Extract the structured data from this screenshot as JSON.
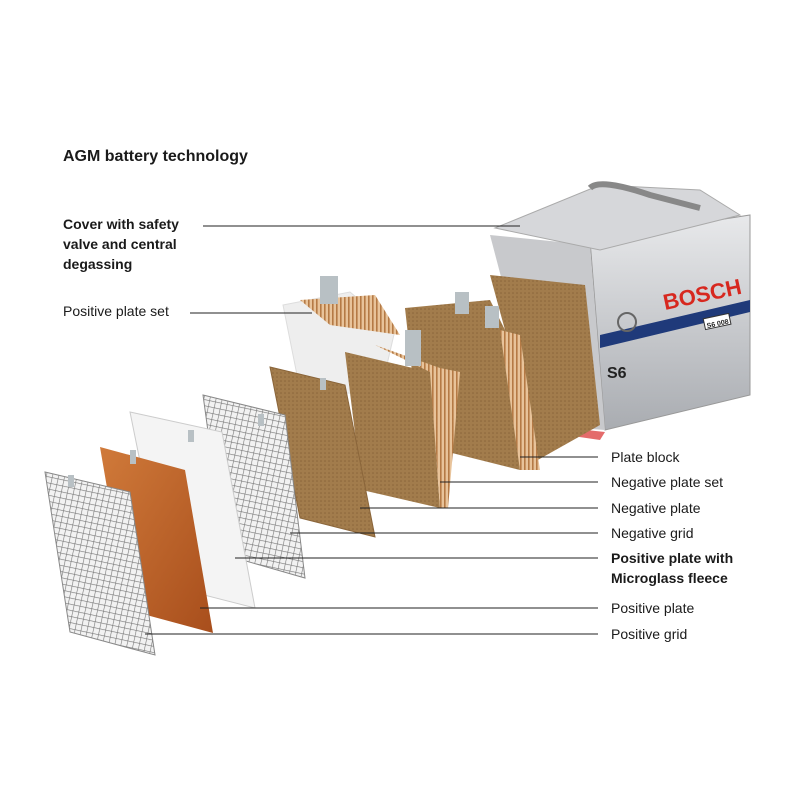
{
  "title": "AGM battery technology",
  "labels": {
    "cover": [
      "Cover with safety",
      "valve and central",
      "degassing"
    ],
    "positive_plate_set": "Positive plate set",
    "plate_block": "Plate block",
    "negative_plate_set": "Negative plate set",
    "negative_plate": "Negative plate",
    "negative_grid": "Negative grid",
    "positive_fleece": [
      "Positive plate with",
      "Microglass fleece"
    ],
    "positive_plate": "Positive plate",
    "positive_grid": "Positive grid"
  },
  "battery": {
    "brand": "BOSCH",
    "model": "S6",
    "code": "S6 008"
  },
  "colors": {
    "brand_red": "#d7281f",
    "band_blue": "#1f3a7a",
    "plate_tan": "#a07a4a",
    "plate_orange": "#c0652a"
  }
}
